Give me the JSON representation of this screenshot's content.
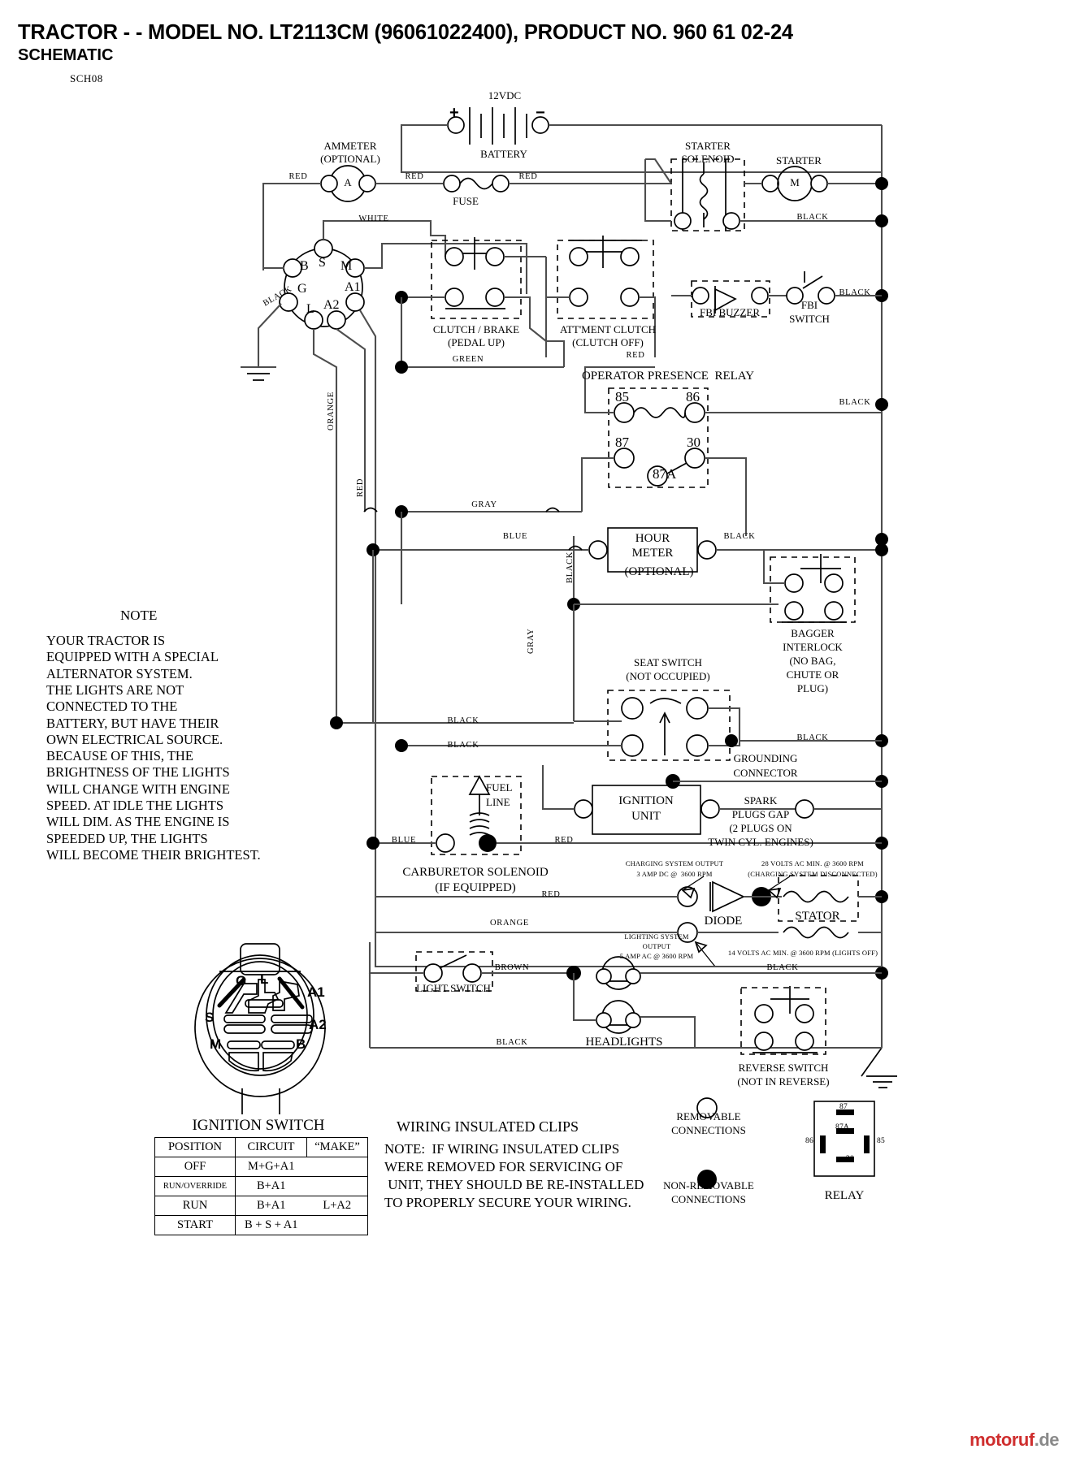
{
  "header": {
    "title": "TRACTOR - - MODEL NO. LT2113CM (96061022400), PRODUCT NO. 960 61 02-24",
    "subtitle": "SCHEMATIC",
    "sheet_code": "SCH08"
  },
  "note_block": {
    "heading": "NOTE",
    "lines": [
      "YOUR TRACTOR IS",
      "EQUIPPED WITH A SPECIAL",
      "ALTERNATOR SYSTEM.",
      "THE LIGHTS ARE NOT",
      "CONNECTED TO THE",
      "BATTERY, BUT HAVE THEIR",
      "OWN ELECTRICAL SOURCE.",
      "BECAUSE OF THIS, THE",
      "BRIGHTNESS OF THE LIGHTS",
      "WILL CHANGE WITH ENGINE",
      "SPEED.  AT IDLE THE LIGHTS",
      "WILL DIM.  AS THE ENGINE IS",
      "SPEEDED UP, THE LIGHTS",
      "WILL BECOME THEIR BRIGHTEST."
    ]
  },
  "components": {
    "battery_voltage": "12VDC",
    "battery": "BATTERY",
    "battery_plus": "+",
    "battery_minus": "−",
    "ammeter_l1": "AMMETER",
    "ammeter_l2": "(OPTIONAL)",
    "ammeter_symbol": "A",
    "fuse": "FUSE",
    "starter_solenoid_l1": "STARTER",
    "starter_solenoid_l2": "SOLENOID",
    "starter": "STARTER",
    "starter_symbol": "M",
    "clutch_brake_l1": "CLUTCH / BRAKE",
    "clutch_brake_l2": "(PEDAL UP)",
    "attment_clutch_l1": "ATT'MENT CLUTCH",
    "attment_clutch_l2": "(CLUTCH OFF)",
    "fbi_buzzer": "FBI BUZZER",
    "fbi_switch_l1": "FBI",
    "fbi_switch_l2": "SWITCH",
    "opr": "OPERATOR PRESENCE  RELAY",
    "opr_pins": [
      "85",
      "86",
      "87",
      "30",
      "87A"
    ],
    "hour_meter_l1": "HOUR",
    "hour_meter_l2": "METER",
    "hour_meter_l3": "(OPTIONAL)",
    "bagger_l1": "BAGGER",
    "bagger_l2": "INTERLOCK",
    "bagger_l3": "(NO BAG,",
    "bagger_l4": "CHUTE OR",
    "bagger_l5": "PLUG)",
    "seat_switch_l1": "SEAT SWITCH",
    "seat_switch_l2": "(NOT OCCUPIED)",
    "grounding_l1": "GROUNDING",
    "grounding_l2": "CONNECTOR",
    "fuel_line_l1": "FUEL",
    "fuel_line_l2": "LINE",
    "carb_sol_l1": "CARBURETOR SOLENOID",
    "carb_sol_l2": "(IF EQUIPPED)",
    "ignition_unit_l1": "IGNITION",
    "ignition_unit_l2": "UNIT",
    "spark_l1": "SPARK",
    "spark_l2": "PLUGS GAP",
    "spark_l3": "(2 PLUGS ON",
    "spark_l4": "TWIN CYL. ENGINES)",
    "diode": "DIODE",
    "stator": "STATOR",
    "charging_out_l1": "CHARGING SYSTEM OUTPUT",
    "charging_out_l2": "3 AMP DC @  3600 RPM",
    "ac_min_l1": "28 VOLTS AC MIN. @ 3600 RPM",
    "ac_min_l2": "(CHARGING SYSTEM DISCONNECTED)",
    "lighting_out_l1": "LIGHTING SYSTEM",
    "lighting_out_l2": "OUTPUT",
    "lighting_out_l3": "5 AMP AC @ 3600 RPM",
    "lighting_ac_min": "14 VOLTS AC MIN. @ 3600 RPM (LIGHTS OFF)",
    "light_switch": "LIGHT SWITCH",
    "headlights": "HEADLIGHTS",
    "reverse_switch_l1": "REVERSE SWITCH",
    "reverse_switch_l2": "(NOT IN REVERSE)",
    "relay_caption": "RELAY",
    "relay_pins": [
      "87",
      "87A",
      "86",
      "85",
      "30"
    ]
  },
  "wire_labels": {
    "red": "RED",
    "white": "WHITE",
    "black": "BLACK",
    "green": "GREEN",
    "orange": "ORANGE",
    "gray": "GRAY",
    "blue": "BLUE",
    "brown": "BROWN"
  },
  "ignition_switch": {
    "caption": "IGNITION SWITCH",
    "terminals": [
      "G",
      "L",
      "A1",
      "A2",
      "S",
      "M",
      "B"
    ],
    "table": {
      "headers": [
        "POSITION",
        "CIRCUIT",
        "“MAKE”"
      ],
      "rows": [
        {
          "position": "OFF",
          "circuit": "M+G+A1",
          "make": ""
        },
        {
          "position": "RUN/OVERRIDE",
          "circuit": "B+A1",
          "make": ""
        },
        {
          "position": "RUN",
          "circuit": "B+A1",
          "make": "L+A2"
        },
        {
          "position": "START",
          "circuit": "B + S + A1",
          "make": ""
        }
      ]
    }
  },
  "legend": {
    "clips_title": "WIRING INSULATED CLIPS",
    "clips_lines": [
      "NOTE:  IF WIRING INSULATED CLIPS",
      "WERE REMOVED FOR SERVICING OF",
      " UNIT, THEY SHOULD BE RE-INSTALLED",
      "TO PROPERLY SECURE YOUR WIRING."
    ],
    "removable_l1": "REMOVABLE",
    "removable_l2": "CONNECTIONS",
    "nonremovable_l1": "NON-REMOVABLE",
    "nonremovable_l2": "CONNECTIONS"
  },
  "watermark": {
    "part1": "motoruf",
    "part2": ".de"
  },
  "colors": {
    "ink": "#000000",
    "wire": "#4d4d4d",
    "watermark_red": "#cf2e2e",
    "watermark_gray": "#8a8a8a"
  }
}
